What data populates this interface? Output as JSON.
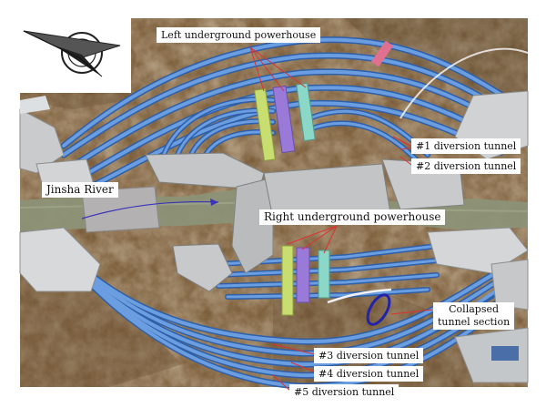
{
  "labels": {
    "left_powerhouse": "Left underground powerhouse",
    "right_powerhouse": "Right underground powerhouse",
    "river": "Jinsha River",
    "tunnel1": "#1 diversion tunnel",
    "tunnel2": "#2 diversion tunnel",
    "tunnel3": "#3 diversion tunnel",
    "tunnel4": "#4 diversion tunnel",
    "tunnel5": "#5 diversion tunnel",
    "collapsed_line1": "Collapsed",
    "collapsed_line2": "tunnel section"
  },
  "colors": {
    "tunnel": "#5b8fd6",
    "tunnel_edge": "#2e5fa8",
    "terrain": "#8a6a44",
    "river": "#8c9478",
    "leader": "#e03030",
    "collapse_ring": "#2222aa",
    "pink_feature": "#e07090",
    "yellow_green": "#c8de70",
    "purple": "#9a7ad8",
    "cyan": "#8cd8c8"
  },
  "icons": {
    "compass": "north-arrow-icon"
  }
}
